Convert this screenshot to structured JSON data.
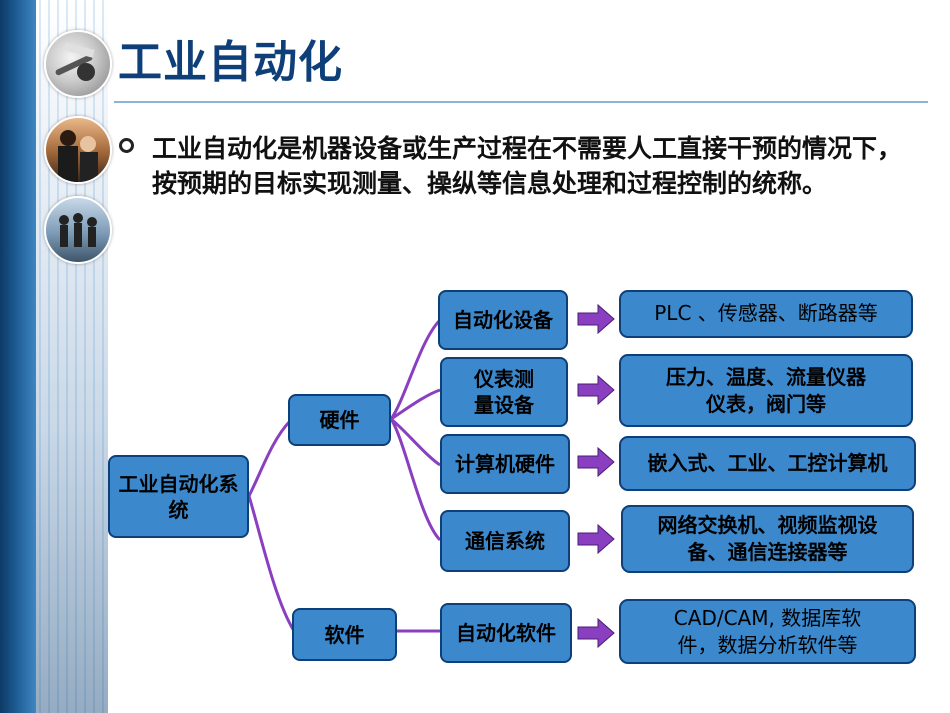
{
  "slide": {
    "title": "工业自动化",
    "bullet": "工业自动化是机器设备或生产过程在不需要人工直接干预的情况下，按预期的目标实现测量、操纵等信息处理和过程控制的统称。"
  },
  "diagram": {
    "root": "工业自动化系统",
    "branches": {
      "hardware": "硬件",
      "software": "软件"
    },
    "categories": {
      "auto_equipment": "自动化设备",
      "instruments": "仪表测量设备",
      "computer_hw": "计算机硬件",
      "comm_system": "通信系统",
      "auto_software": "自动化软件"
    },
    "details": {
      "auto_equipment": "PLC 、传感器、断路器等",
      "instruments": "压力、温度、流量仪器仪表，阀门等",
      "computer_hw": "嵌入式、工业、工控计算机",
      "comm_system": "网络交换机、视频监视设备、通信连接器等",
      "auto_software": "CAD/CAM, 数据库软件，数据分析软件等"
    }
  },
  "colors": {
    "title": "#0f3f78",
    "box_fill": "#3b88cc",
    "box_border": "#0d3f78",
    "connector": "#8a3fc0",
    "arrow": "#8a3fc0"
  },
  "icons": [
    "office-photo-icon",
    "businesspeople-photo-icon",
    "walking-people-photo-icon"
  ]
}
